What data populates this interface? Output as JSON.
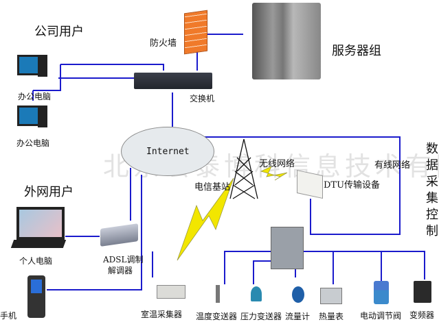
{
  "diagram": {
    "watermark": "北京宏泰博科信息技术有限公司",
    "groups": {
      "company_users": "公司用户",
      "external_users": "外网用户",
      "server_group": "服务器组",
      "data_acquisition_vertical": [
        "数",
        "据",
        "采",
        "集",
        "控",
        "制"
      ]
    },
    "nodes": {
      "firewall": "防火墙",
      "switch": "交换机",
      "office_pc_1": "办公电脑",
      "office_pc_2": "办公电脑",
      "internet": "Internet",
      "telecom_base_station": "电信基站",
      "wireless_network": "无线网络",
      "wired_network": "有线网络",
      "dtu": "DTU传输设备",
      "personal_pc": "个人电脑",
      "adsl_line1": "ADSL调制",
      "adsl_line2": "解调器",
      "mobile_phone": "手机",
      "room_temp_collector": "室温采集器",
      "temp_transmitter": "温度变送器",
      "pressure_transmitter": "压力变送器",
      "flow_meter": "流量计",
      "heat_meter": "热量表",
      "electric_valve": "电动调节阀",
      "inverter": "变频器"
    },
    "colors": {
      "wire": "#1a1acc",
      "lightning": "#f2e600",
      "firewall": "#f07a2a",
      "cloud": "#e6eaed"
    }
  }
}
